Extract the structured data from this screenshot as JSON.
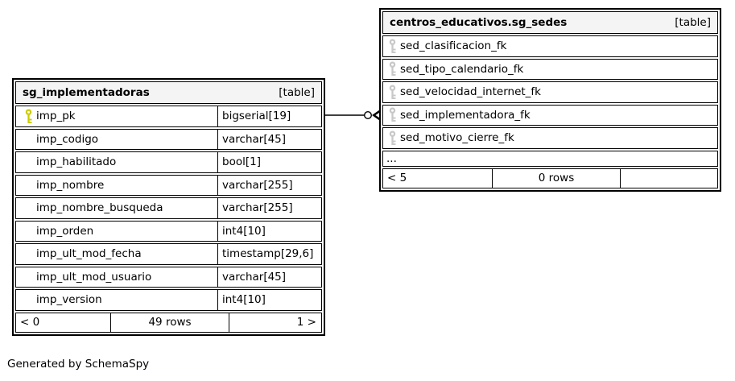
{
  "colors": {
    "pk_key": "#cccc00",
    "fk_key": "#c8c8c8",
    "header_bg": "#f4f4f4",
    "border": "#000000"
  },
  "footer_note": "Generated by SchemaSpy",
  "tables": {
    "sg_implementadoras": {
      "title": "sg_implementadoras",
      "badge": "[table]",
      "columns": [
        {
          "name": "imp_pk",
          "type": "bigserial[19]",
          "icon": "primary-key-icon"
        },
        {
          "name": "imp_codigo",
          "type": "varchar[45]",
          "icon": ""
        },
        {
          "name": "imp_habilitado",
          "type": "bool[1]",
          "icon": ""
        },
        {
          "name": "imp_nombre",
          "type": "varchar[255]",
          "icon": ""
        },
        {
          "name": "imp_nombre_busqueda",
          "type": "varchar[255]",
          "icon": ""
        },
        {
          "name": "imp_orden",
          "type": "int4[10]",
          "icon": ""
        },
        {
          "name": "imp_ult_mod_fecha",
          "type": "timestamp[29,6]",
          "icon": ""
        },
        {
          "name": "imp_ult_mod_usuario",
          "type": "varchar[45]",
          "icon": ""
        },
        {
          "name": "imp_version",
          "type": "int4[10]",
          "icon": ""
        }
      ],
      "footer": {
        "left": "< 0",
        "center": "49 rows",
        "right": "1 >"
      }
    },
    "sg_sedes": {
      "title": "centros_educativos.sg_sedes",
      "badge": "[table]",
      "columns": [
        {
          "name": "sed_clasificacion_fk",
          "icon": "foreign-key-icon"
        },
        {
          "name": "sed_tipo_calendario_fk",
          "icon": "foreign-key-icon"
        },
        {
          "name": "sed_velocidad_internet_fk",
          "icon": "foreign-key-icon"
        },
        {
          "name": "sed_implementadora_fk",
          "icon": "foreign-key-icon"
        },
        {
          "name": "sed_motivo_cierre_fk",
          "icon": "foreign-key-icon"
        }
      ],
      "ellipsis_row": "...",
      "footer": {
        "left": "< 5",
        "center": "0 rows",
        "right": ""
      }
    }
  },
  "relationship": {
    "from_table": "sg_implementadoras",
    "from_column": "imp_pk",
    "to_table": "centros_educativos.sg_sedes",
    "to_column": "sed_implementadora_fk",
    "notation": "open-circle-crowfoot"
  }
}
